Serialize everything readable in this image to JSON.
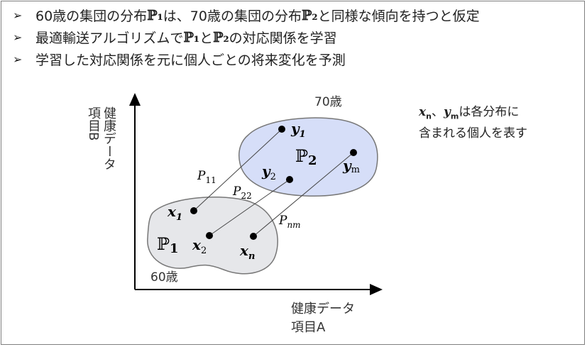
{
  "bullets": [
    {
      "pre": "60歳の集団の分布",
      "sym1": "ℙ₁",
      "mid": "は、70歳の集団の分布",
      "sym2": "ℙ₂",
      "post": "と同様な傾向を持つと仮定"
    },
    {
      "pre": "最適輸送アルゴリズムで",
      "sym1": "ℙ₁",
      "mid": "と",
      "sym2": "ℙ₂",
      "post": "の対応関係を学習"
    },
    {
      "pre": "学習した対応関係を元に個人ごとの将来変化を予測",
      "sym1": "",
      "mid": "",
      "sym2": "",
      "post": ""
    }
  ],
  "bullet_mark": "➢",
  "axes": {
    "y_label_line1": "健康データ",
    "y_label_line2": "項目B",
    "x_label_line1": "健康データ",
    "x_label_line2": "項目A"
  },
  "groups": {
    "p1": {
      "label": "ℙ",
      "sub": "1",
      "age": "60歳",
      "fill": "#e6e7ea"
    },
    "p2": {
      "label": "ℙ",
      "sub": "2",
      "age": "70歳",
      "fill": "#d6def8"
    }
  },
  "points": {
    "x1": {
      "base": "x",
      "sub": "1"
    },
    "x2": {
      "base": "x",
      "sub": "2"
    },
    "xn": {
      "base": "x",
      "sub": "n"
    },
    "y1": {
      "base": "y",
      "sub": "1"
    },
    "y2": {
      "base": "y",
      "sub": "2"
    },
    "ym": {
      "base": "y",
      "sub": "m"
    }
  },
  "couplings": {
    "p11": {
      "base": "P",
      "sub": "11"
    },
    "p22": {
      "base": "P",
      "sub": "22"
    },
    "pnm": {
      "base": "P",
      "sub": "nm"
    }
  },
  "note": {
    "xn": "x",
    "xn_sub": "n",
    "sep": "、",
    "ym": "y",
    "ym_sub": "m",
    "line1_rest": "は各分布に",
    "line2": "含まれる個人を表す"
  }
}
